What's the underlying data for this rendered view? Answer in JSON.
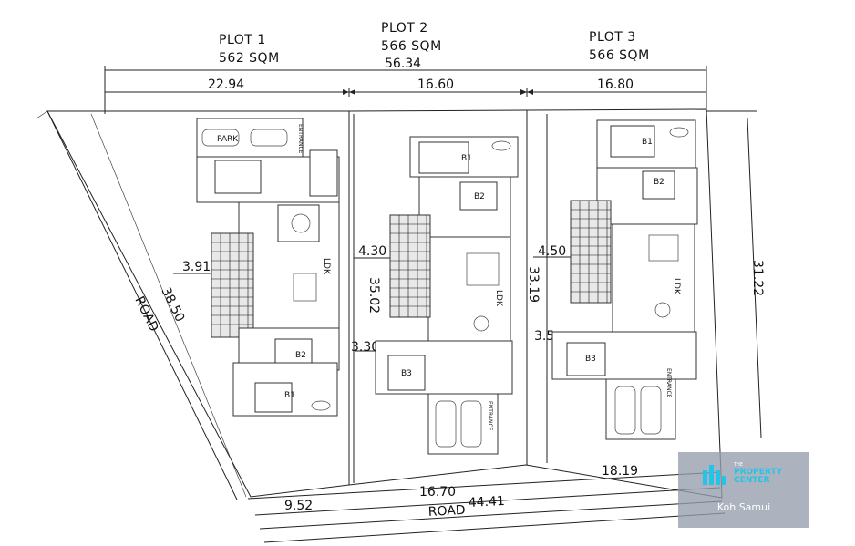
{
  "plots": [
    {
      "name": "PLOT 1",
      "area": "562 SQM"
    },
    {
      "name": "PLOT 2",
      "area": "566 SQM"
    },
    {
      "name": "PLOT 3",
      "area": "566 SQM"
    }
  ],
  "dimensions": {
    "total_top": "56.34",
    "plot1_width": "22.94",
    "plot2_width": "16.60",
    "plot3_width": "16.80",
    "left_side": "38.50",
    "right_side": "31.22",
    "setback_1": "3.91",
    "setback_2": "4.30",
    "setback_3": "4.50",
    "depth_2": "35.02",
    "depth_3": "33.19",
    "offset_2": "3.30",
    "offset_3": "3.5",
    "bottom_1": "9.52",
    "bottom_2": "16.70",
    "bottom_3": "18.19",
    "road_total": "44.41"
  },
  "roads": {
    "left": "ROAD",
    "bottom": "ROAD"
  },
  "rooms": {
    "ldk": "LDK",
    "bed1": "B1",
    "bed2": "B2",
    "bed3": "B3",
    "entrance": "ENTRANCE",
    "parking": "PARK"
  },
  "watermark": {
    "line1": "THE",
    "line2": "PROPERTY",
    "line3": "CENTER",
    "location": "Koh Samui"
  }
}
